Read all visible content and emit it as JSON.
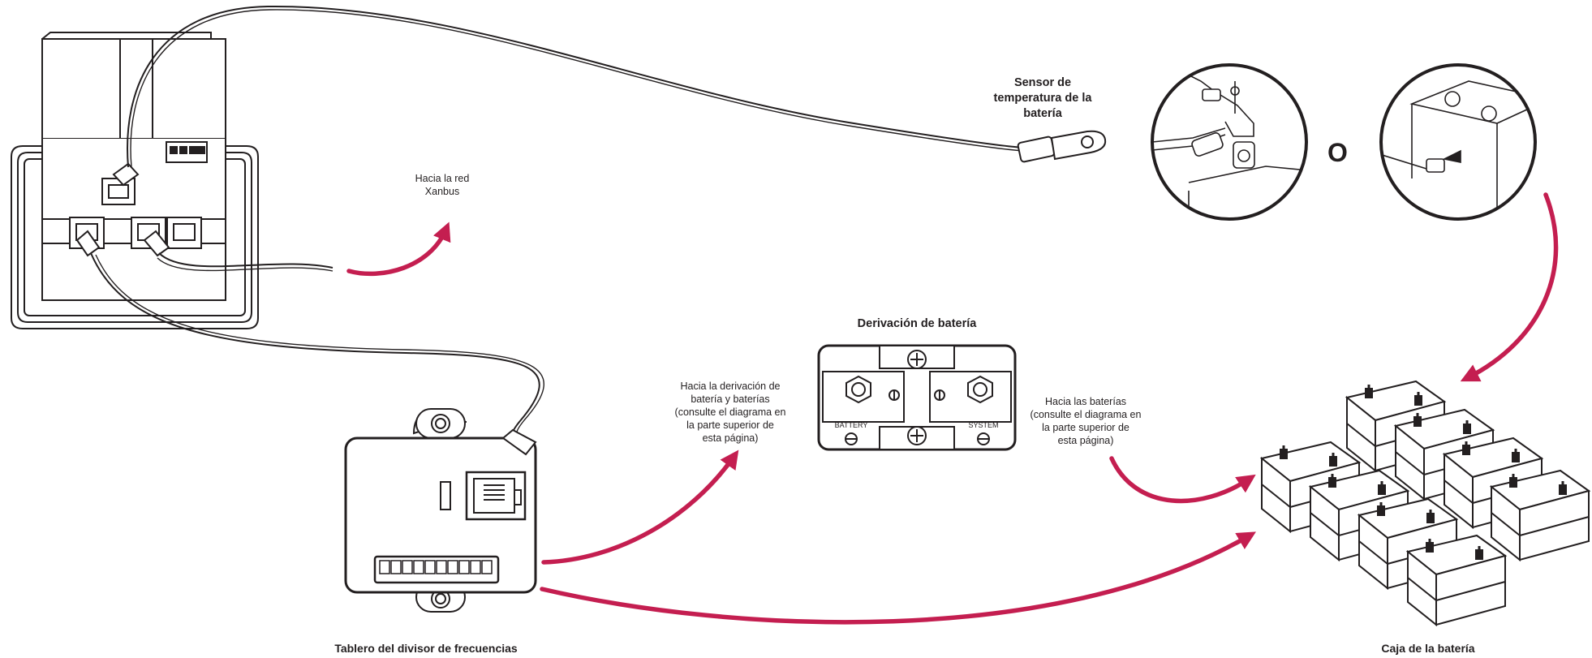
{
  "labels": {
    "to_xanbus": "Hacia la red\nXanbus",
    "temp_sensor": "Sensor de\ntemperatura de la\nbatería",
    "or_symbol": "O",
    "battery_shunt_title": "Derivación de batería",
    "to_shunt": "Hacia la derivación de\nbatería y baterías\n(consulte el diagrama en\nla parte superior de\nesta página)",
    "to_batteries": "Hacia las baterías\n(consulte el diagrama en\nla parte superior de\nesta página)",
    "splitter_board": "Tablero del divisor de frecuencias",
    "battery_box": "Caja de la batería",
    "shunt_battery": "BATTERY",
    "shunt_system": "SYSTEM"
  },
  "colors": {
    "arrow": "#c41e50",
    "line": "#231f20"
  }
}
